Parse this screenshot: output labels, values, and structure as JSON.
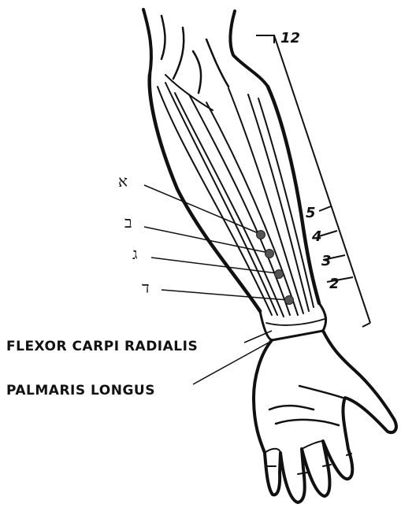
{
  "points": [
    {
      "label": "א"
    },
    {
      "label": "ב"
    },
    {
      "label": "ג"
    },
    {
      "label": "ד"
    }
  ],
  "scale": {
    "top_label": "12",
    "marks": [
      "5",
      "4",
      "3",
      "2"
    ]
  },
  "muscles": {
    "flexor": "FLEXOR CARPI RADIALIS",
    "palmaris": "PALMARIS LONGUS"
  },
  "colors": {
    "ink": "#111111",
    "point": "#555555"
  }
}
